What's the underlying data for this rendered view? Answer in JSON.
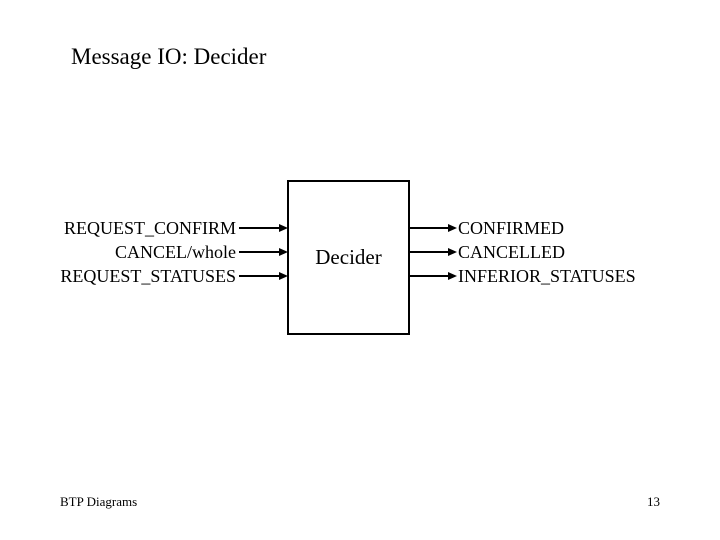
{
  "slide": {
    "title": "Message IO: Decider",
    "diagram": {
      "box_label": "Decider",
      "inputs": [
        "REQUEST_CONFIRM",
        "CANCEL/whole",
        "REQUEST_STATUSES"
      ],
      "outputs": [
        "CONFIRMED",
        "CANCELLED",
        "INFERIOR_STATUSES"
      ]
    },
    "footer": {
      "left_text": "BTP Diagrams",
      "page_number": "13"
    },
    "colors": {
      "background": "#ffffff",
      "ink": "#000000"
    }
  }
}
